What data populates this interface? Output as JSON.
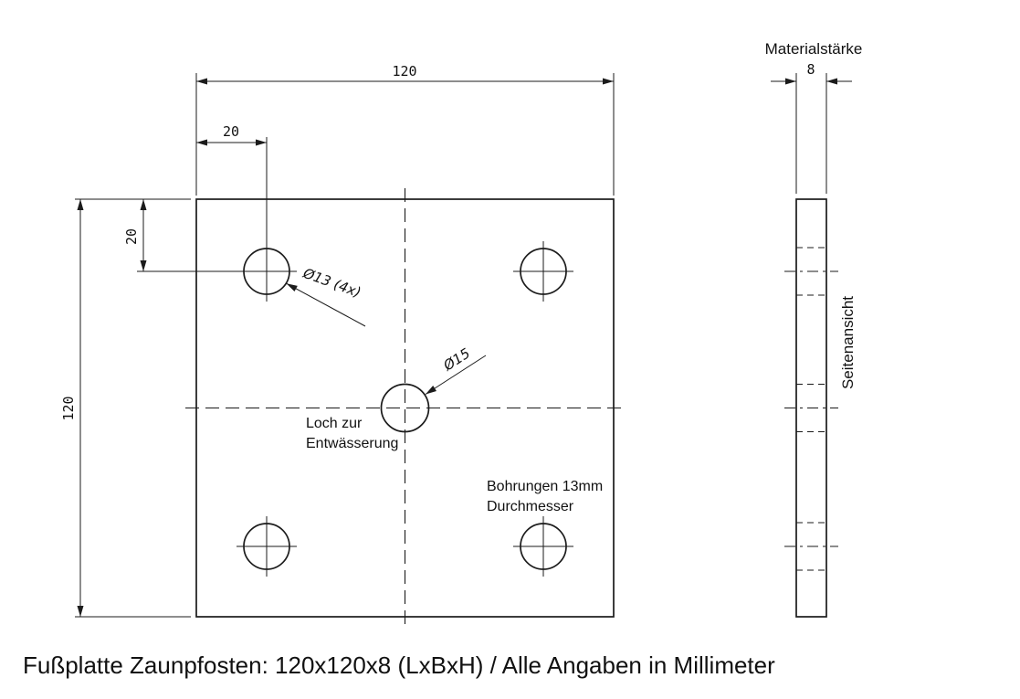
{
  "drawing": {
    "title": "Fußplatte Zaunpfosten: 120x120x8 (LxBxH) / Alle Angaben in Millimeter",
    "front": {
      "width_dim": "120",
      "height_dim": "120",
      "hole_offset_top": "20",
      "hole_offset_left": "20",
      "hole_callout": "Ø13 (4x)",
      "center_hole_callout": "Ø15",
      "drain_note": [
        "Loch zur",
        "Entwässerung"
      ],
      "bore_note": [
        "Bohrungen 13mm",
        "Durchmesser"
      ]
    },
    "side": {
      "header": "Materialstärke",
      "thickness_dim": "8",
      "view_label": "Seitenansicht"
    }
  }
}
